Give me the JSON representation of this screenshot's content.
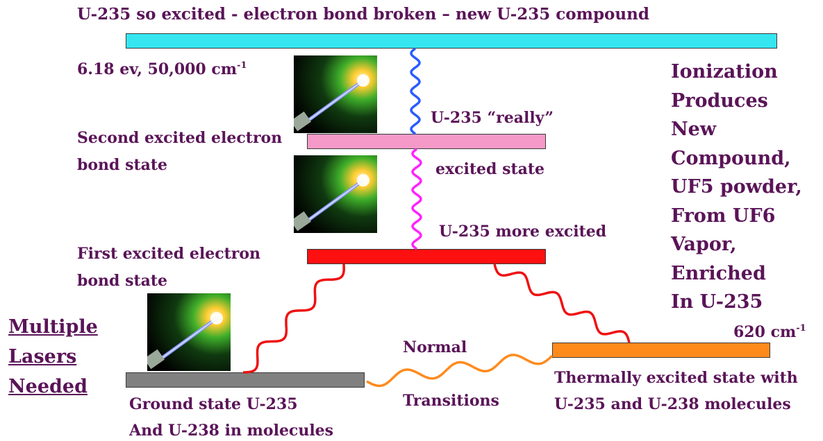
{
  "title": "U-235 so excited - electron bond broken – new U-235 compound",
  "energy_label": {
    "main": "6.18 ev, 50,000 cm",
    "sup": "-1"
  },
  "second_state_label": [
    "Second excited electron",
    "bond state"
  ],
  "first_state_label": [
    "First excited electron",
    "bond state"
  ],
  "really_label": "U-235 “really”",
  "excited_state_label": "excited state",
  "more_excited_label": "U-235 more excited",
  "ionization_text": [
    "Ionization",
    "Produces",
    "New",
    "Compound,",
    "UF5 powder,",
    "From UF6",
    "Vapor,",
    "Enriched",
    "In U-235"
  ],
  "multiple_lasers": [
    "Multiple",
    "Lasers",
    "Needed"
  ],
  "thermal_energy": {
    "main": "620 cm",
    "sup": "-1"
  },
  "normal_label": "Normal",
  "transitions_label": "Transitions",
  "ground_state_label": [
    "Ground state U-235",
    "And U-238 in molecules"
  ],
  "thermal_state_label": [
    "Thermally excited state with",
    "U-235 and U-238 molecules"
  ],
  "colors": {
    "text": "#5a1458",
    "ionization_level": "#35e6f0",
    "second_excited_level": "#f59ac8",
    "first_excited_level": "#ff1010",
    "ground_level": "#808080",
    "thermal_level": "#ff8a1c",
    "wave_blue": "#2a5cff",
    "wave_magenta": "#ff22ff",
    "wave_red": "#ee1111",
    "wave_orange": "#ff8a1c"
  },
  "icons": [
    "laser-beam-image",
    "laser-beam-image",
    "laser-beam-image"
  ]
}
